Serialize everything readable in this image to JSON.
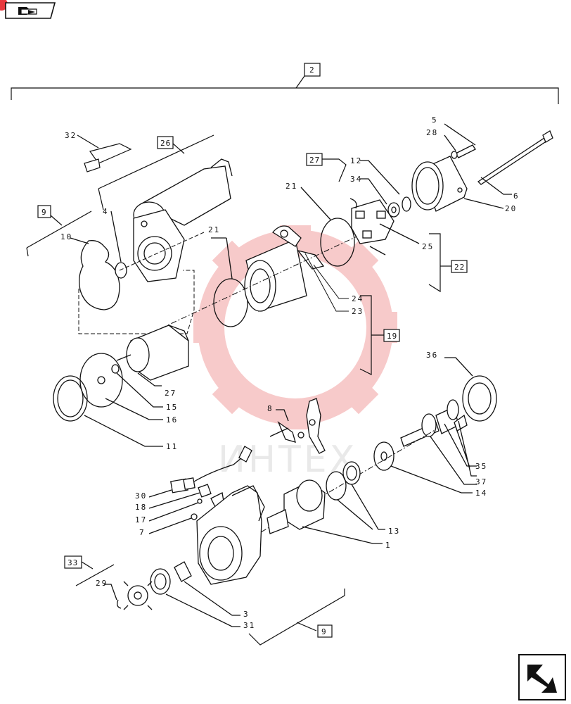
{
  "top_tab": {
    "icon": "book-arrow-icon"
  },
  "watermark": {
    "text": "ИНТЕХ",
    "color": "#f2a0a0"
  },
  "bottom_nav": {
    "icon": "next-page-arrow-icon"
  },
  "colors": {
    "line": "#111111",
    "accent": "#e8383d"
  },
  "box_labels": [
    "2",
    "26",
    "9",
    "27",
    "22",
    "19",
    "33",
    "9"
  ],
  "callouts": [
    "32",
    "5",
    "28",
    "12",
    "34",
    "6",
    "20",
    "21",
    "4",
    "10",
    "21",
    "25",
    "24",
    "23",
    "27",
    "15",
    "16",
    "11",
    "36",
    "8",
    "35",
    "37",
    "14",
    "30",
    "18",
    "17",
    "7",
    "13",
    "1",
    "29",
    "3",
    "31"
  ]
}
